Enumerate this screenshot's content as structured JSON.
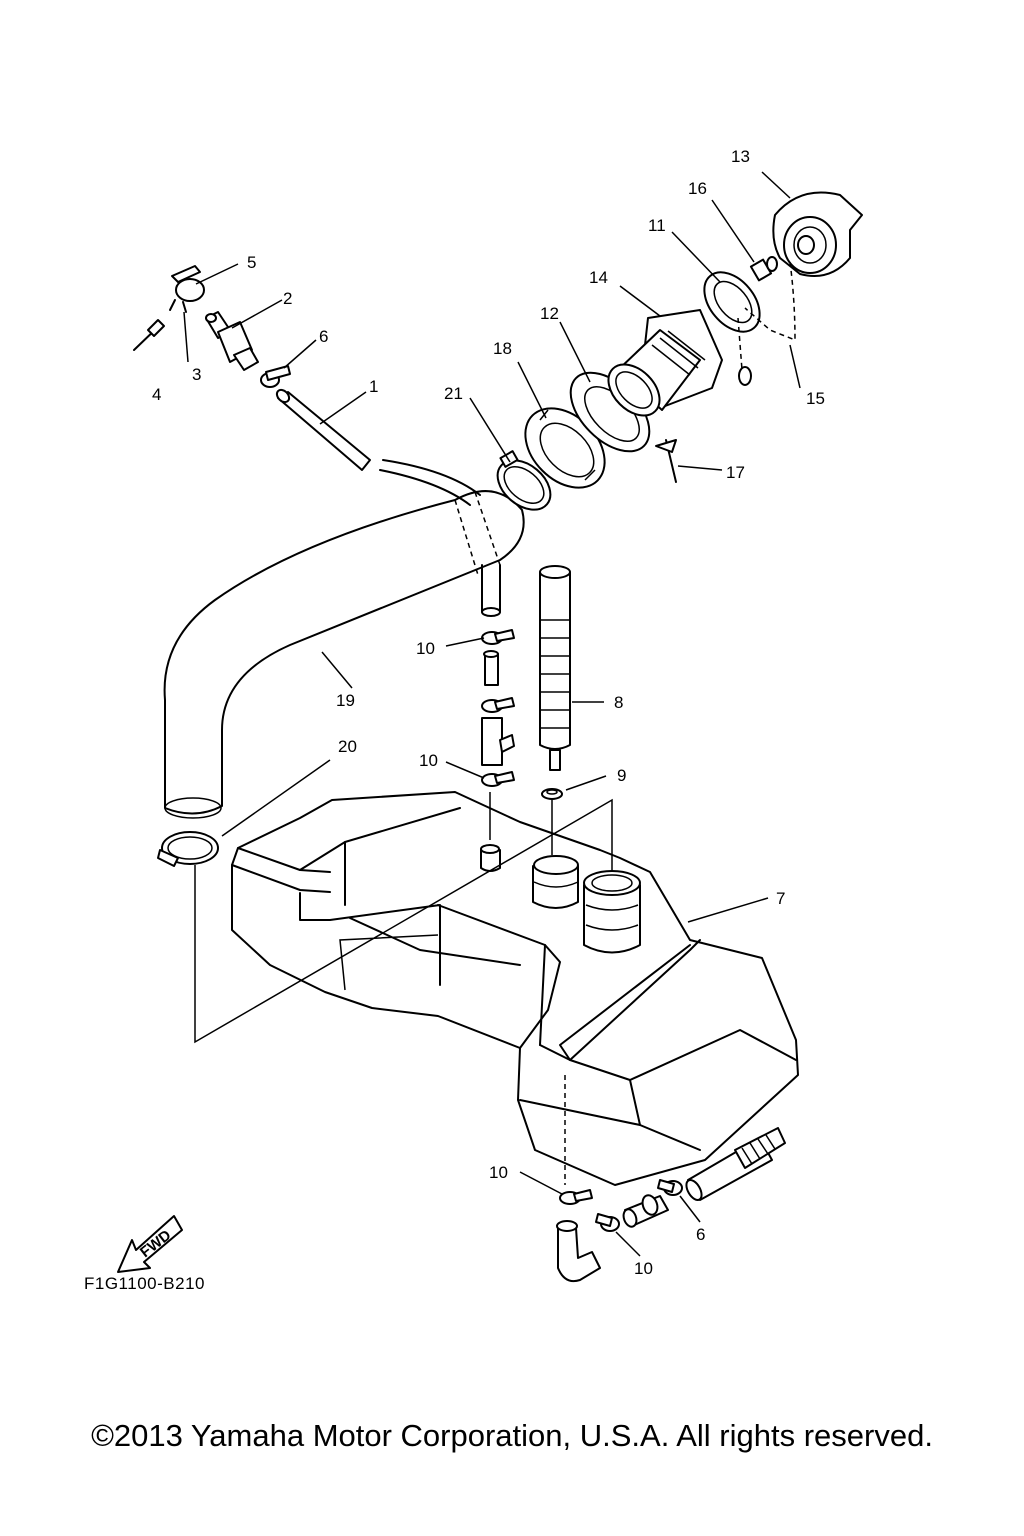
{
  "diagram": {
    "labels": {
      "p1": "1",
      "p2": "2",
      "p3": "3",
      "p4": "4",
      "p5": "5",
      "p6a": "6",
      "p6b": "6",
      "p7": "7",
      "p8": "8",
      "p9": "9",
      "p10a": "10",
      "p10b": "10",
      "p10c": "10",
      "p10d": "10",
      "p11": "11",
      "p12": "12",
      "p13": "13",
      "p14": "14",
      "p15": "15",
      "p16": "16",
      "p17": "17",
      "p18": "18",
      "p19": "19",
      "p20": "20",
      "p21": "21"
    },
    "fwd_arrow": "FWD",
    "drawing_code": "F1G1100-B210"
  },
  "footer": {
    "copyright": "©2013 Yamaha Motor Corporation, U.S.A. All rights reserved."
  }
}
